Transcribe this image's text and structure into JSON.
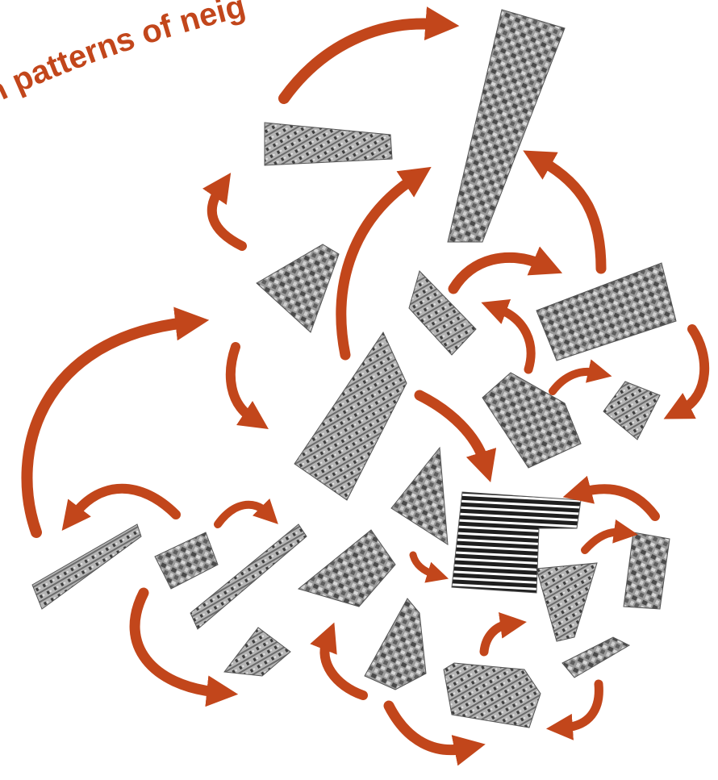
{
  "title": "n patterns of neig",
  "colors": {
    "accent": "#c2461b",
    "parcel_dark": "#3a3a3a",
    "parcel_mid": "#8a8a8a",
    "parcel_light": "#c9c9c9"
  },
  "parcels": [
    "parcel-1",
    "parcel-2",
    "parcel-3",
    "parcel-4",
    "parcel-5",
    "parcel-6",
    "parcel-7",
    "parcel-8",
    "parcel-9",
    "parcel-10",
    "parcel-11",
    "parcel-12",
    "parcel-13",
    "parcel-14",
    "parcel-15",
    "parcel-16",
    "parcel-17",
    "parcel-18",
    "parcel-19",
    "parcel-20",
    "parcel-21",
    "parcel-22"
  ]
}
